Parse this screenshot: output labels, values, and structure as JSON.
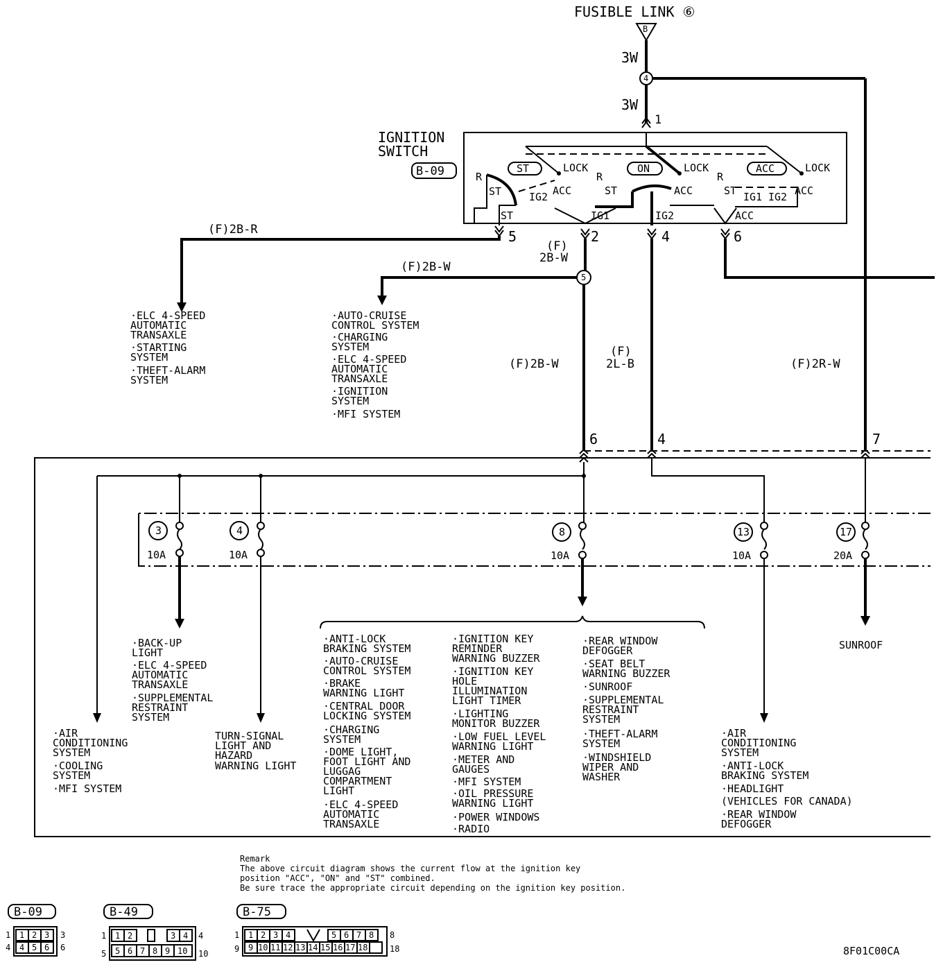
{
  "header": {
    "fusible_link": "FUSIBLE LINK ⑥",
    "fusible_terminal": "B"
  },
  "wires": {
    "fl_top": "3W",
    "fl_bottom": "3W",
    "fl_pin": "1",
    "st_out": "(F)2B-R",
    "st_pin": "5",
    "ig1_out_a": "(F)",
    "ig1_out_b": "2B-W",
    "ig1_pin": "2",
    "ig2_pin": "4",
    "acc_pin": "6",
    "branch": "(F)2B-W",
    "ig1_down": "(F)2B-W",
    "ig2_down_a": "(F)",
    "ig2_down_b": "2L-B",
    "bat_down": "(F)2R-W",
    "junction_top": "4",
    "junction_ig1": "5",
    "jb_pin_ig1": "6",
    "jb_pin_ig2": "4",
    "jb_pin_bat": "7"
  },
  "ignition_switch": {
    "title_1": "IGNITION",
    "title_2": "SWITCH",
    "connector": "B-09",
    "st_label": "ST",
    "on_label": "ON",
    "acc_label": "ACC",
    "lock": "LOCK",
    "r": "R",
    "st": "ST",
    "acc": "ACC",
    "ig1": "IG1",
    "ig2": "IG2"
  },
  "fuses": [
    {
      "num": "3",
      "rating": "10A"
    },
    {
      "num": "4",
      "rating": "10A"
    },
    {
      "num": "8",
      "rating": "10A"
    },
    {
      "num": "13",
      "rating": "10A"
    },
    {
      "num": "17",
      "rating": "20A"
    }
  ],
  "loads": {
    "st_list": [
      "·ELC 4-SPEED",
      " AUTOMATIC",
      " TRANSAXLE",
      "·STARTING",
      " SYSTEM",
      "·THEFT-ALARM",
      " SYSTEM"
    ],
    "ig1_list": [
      "·AUTO-CRUISE",
      " CONTROL SYSTEM",
      "·CHARGING",
      " SYSTEM",
      "·ELC 4-SPEED",
      " AUTOMATIC",
      " TRANSAXLE",
      "·IGNITION",
      " SYSTEM",
      "·MFI SYSTEM"
    ],
    "fuse3_list": [
      "·BACK-UP",
      " LIGHT",
      "·ELC 4-SPEED",
      " AUTOMATIC",
      " TRANSAXLE",
      "·SUPPLEMENTAL",
      " RESTRAINT",
      " SYSTEM"
    ],
    "left_list": [
      "·AIR",
      " CONDITIONING",
      " SYSTEM",
      "·COOLING",
      " SYSTEM",
      "·MFI SYSTEM"
    ],
    "fuse4_list": [
      "TURN-SIGNAL",
      "LIGHT AND",
      "HAZARD",
      "WARNING LIGHT"
    ],
    "fuse8_col1": [
      "·ANTI-LOCK",
      " BRAKING SYSTEM",
      "·AUTO-CRUISE",
      " CONTROL SYSTEM",
      "·BRAKE",
      " WARNING LIGHT",
      "·CENTRAL DOOR",
      " LOCKING SYSTEM",
      "·CHARGING",
      " SYSTEM",
      "·DOME LIGHT,",
      " FOOT LIGHT AND",
      " LUGGAG",
      " COMPARTMENT",
      " LIGHT",
      "·ELC 4-SPEED",
      " AUTOMATIC",
      " TRANSAXLE"
    ],
    "fuse8_col2": [
      "·IGNITION KEY",
      " REMINDER",
      " WARNING BUZZER",
      "·IGNITION KEY",
      " HOLE",
      " ILLUMINATION",
      " LIGHT TIMER",
      "·LIGHTING",
      " MONITOR BUZZER",
      "·LOW FUEL LEVEL",
      " WARNING LIGHT",
      "·METER AND",
      " GAUGES",
      "·MFI SYSTEM",
      "·OIL PRESSURE",
      " WARNING LIGHT",
      "·POWER WINDOWS",
      "·RADIO"
    ],
    "fuse8_col3": [
      "·REAR WINDOW",
      " DEFOGGER",
      "·SEAT BELT",
      " WARNING BUZZER",
      "·SUNROOF",
      "·SUPPLEMENTAL",
      " RESTRAINT",
      " SYSTEM",
      "·THEFT-ALARM",
      " SYSTEM",
      "·WINDSHIELD",
      " WIPER AND",
      " WASHER"
    ],
    "fuse13_list": [
      "·AIR",
      " CONDITIONING",
      " SYSTEM",
      "·ANTI-LOCK",
      " BRAKING SYSTEM",
      "·HEADLIGHT",
      " (VEHICLES FOR CANADA)",
      "·REAR WINDOW",
      " DEFOGGER"
    ],
    "fuse17_label": "SUNROOF"
  },
  "remark": {
    "title": "Remark",
    "lines": [
      "The above circuit diagram shows the current flow at the ignition key",
      "position \"ACC\", \"ON\" and \"ST\" combined.",
      "Be sure trace the appropriate circuit depending on the ignition key position."
    ]
  },
  "connectors": [
    {
      "name": "B-09",
      "top_left": "1",
      "top_right": "3",
      "bot_left": "4",
      "bot_right": "6",
      "top": [
        "1",
        "2",
        "3"
      ],
      "bottom": [
        "4",
        "5",
        "6"
      ]
    },
    {
      "name": "B-49",
      "top_left": "1",
      "top_right": "4",
      "bot_left": "5",
      "bot_right": "10",
      "top": [
        "1",
        "2",
        "",
        "3",
        "4"
      ],
      "bottom": [
        "5",
        "6",
        "7",
        "8",
        "9",
        "10"
      ]
    },
    {
      "name": "B-75",
      "top_left": "1",
      "top_right": "8",
      "bot_left": "9",
      "bot_right": "18",
      "top": [
        "1",
        "2",
        "3",
        "4",
        "",
        "5",
        "6",
        "7",
        "8"
      ],
      "bottom": [
        "9",
        "10",
        "11",
        "12",
        "13",
        "14",
        "15",
        "16",
        "17",
        "18"
      ]
    }
  ],
  "figure_code": "8F01C00CA"
}
